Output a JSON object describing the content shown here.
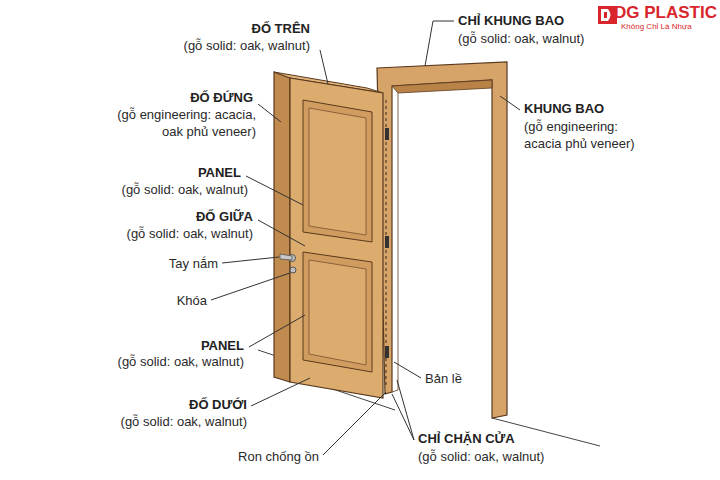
{
  "diagram": {
    "labels": [
      "ĐỐ TRÊN",
      "(gỗ solid: oak, walnut)",
      "CHỈ KHUNG BAO",
      "(gỗ solid: oak, walnut)",
      "DG PLASTIC",
      "Không Chỉ Là Nhựa",
      "ĐỐ ĐỨNG",
      "(gỗ engineering: acacia, oak phủ veneer)",
      "KHUNG BAO",
      "(gỗ engineering: acacia phủ veneer)",
      "PANEL",
      "(gỗ solid: oak, walnut)",
      "ĐỐ GIỮA",
      "(gỗ solid: oak, walnut)",
      "Tay nắm",
      "Khóa",
      "PANEL",
      "(gỗ solid: oak, walnut)",
      "Bản lề",
      "ĐỐ DƯỚI",
      "(gỗ solid: oak, walnut)",
      "Ron chống ồn",
      "CHỈ CHẶN CỬA",
      "(gỗ solid: oak, walnut)"
    ]
  }
}
